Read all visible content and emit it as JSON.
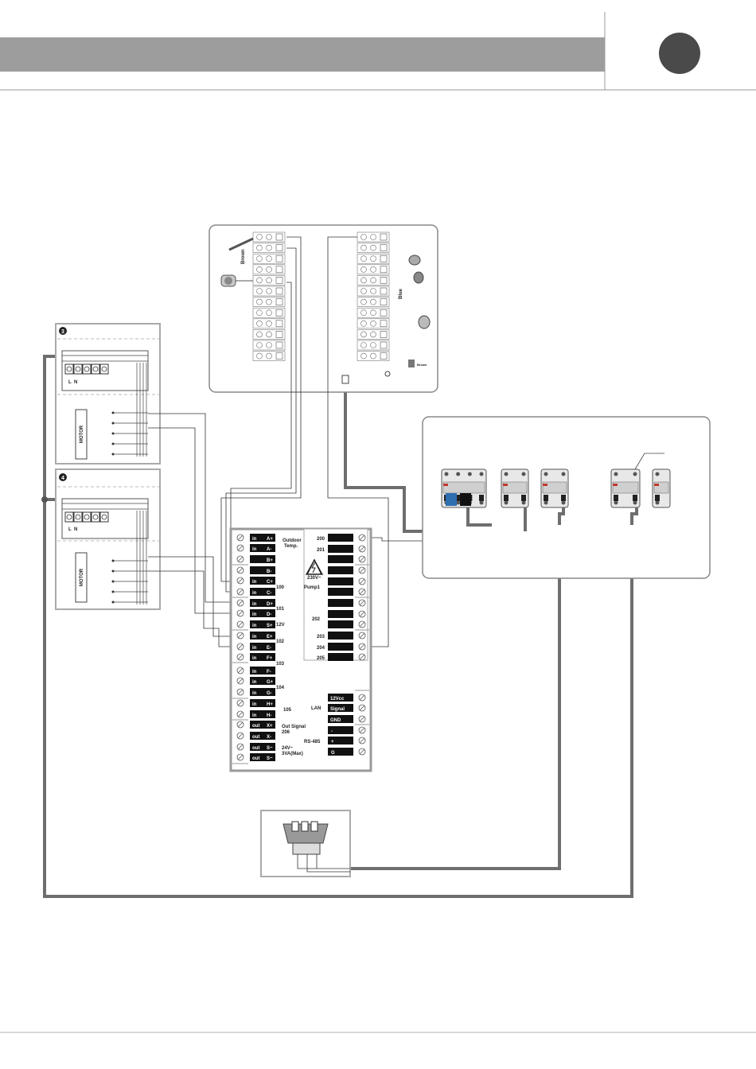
{
  "zones": {
    "zone3": "3",
    "zone4": "4"
  },
  "zone_labels": {
    "motor": "MOTOR",
    "L": "L",
    "N": "N"
  },
  "sensor_labels": {
    "brown": "Brown",
    "blue": "Blue",
    "brown2": "Brown"
  },
  "controller": {
    "left_terminals": [
      {
        "io": "in",
        "name": "A+"
      },
      {
        "io": "in",
        "name": "A-"
      },
      {
        "io": "",
        "name": "B+"
      },
      {
        "io": "",
        "name": "B-"
      },
      {
        "io": "in",
        "name": "C+"
      },
      {
        "io": "in",
        "name": "C-"
      },
      {
        "io": "in",
        "name": "D+"
      },
      {
        "io": "in",
        "name": "D-"
      },
      {
        "io": "in",
        "name": "S+"
      },
      {
        "io": "in",
        "name": "E+"
      },
      {
        "io": "in",
        "name": "E-"
      },
      {
        "io": "in",
        "name": "F+"
      },
      {
        "io": "in",
        "name": "F-"
      },
      {
        "io": "in",
        "name": "G+"
      },
      {
        "io": "in",
        "name": "G-"
      },
      {
        "io": "in",
        "name": "H+"
      },
      {
        "io": "in",
        "name": "H-"
      },
      {
        "io": "out",
        "name": "X+"
      },
      {
        "io": "out",
        "name": "X-"
      },
      {
        "io": "out",
        "name": "S~"
      },
      {
        "io": "out",
        "name": "S~"
      }
    ],
    "left_group_labels": {
      "outdoor": "Outdoor",
      "temp": "Temp.",
      "g100": "100",
      "g101": "101",
      "g12v": "12V",
      "g102": "102",
      "g103": "103",
      "g104": "104",
      "g105": "105",
      "outsignal": "Out Signal",
      "g206": "206",
      "v24": "24V~",
      "va3": "3VA(Max)"
    },
    "right_terminals": [
      "200",
      "201",
      "",
      "",
      "",
      "",
      "",
      "",
      "",
      "203",
      "204",
      "205"
    ],
    "right_labels": {
      "v230": "230V~",
      "pump1": "Pump1",
      "g202": "202",
      "lan": "LAN",
      "rs485": "RS-485"
    },
    "lan_terminals": [
      "12Vcc",
      "Signal",
      "GND"
    ],
    "rs485_terminals": [
      "-",
      "+",
      "G"
    ]
  },
  "colors": {
    "header_bar": "#9d9d9d",
    "page_dot": "#4a4a4a",
    "thick_wire": "#6e6e6e",
    "terminal_black": "#111111"
  }
}
